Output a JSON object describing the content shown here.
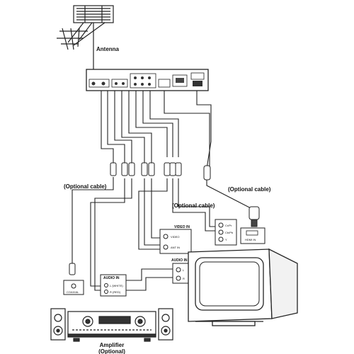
{
  "labels": {
    "antenna": "Antenna",
    "optional_cable_left": "(Optional cable)",
    "optional_cable_mid": "(Optional cable)",
    "optional_cable_right": "(Optional cable)",
    "amplifier": "Amplifier",
    "amplifier_optional": "(Optional)"
  },
  "jacks": {
    "video_in": "VIDEO IN",
    "video": "VIDEO",
    "ant_in": "ANT IN",
    "audio_in_tv": "AUDIO IN",
    "l": "L",
    "r": "R",
    "audio_in_amp": "AUDIO IN",
    "l_white": "L (WHITE)",
    "r_red": "R (RED)",
    "hdmi_in": "HDMI IN",
    "y": "Y",
    "cb": "Cb/Pb",
    "cr": "Cr/Pr",
    "coaxial": "COAXIAL"
  }
}
